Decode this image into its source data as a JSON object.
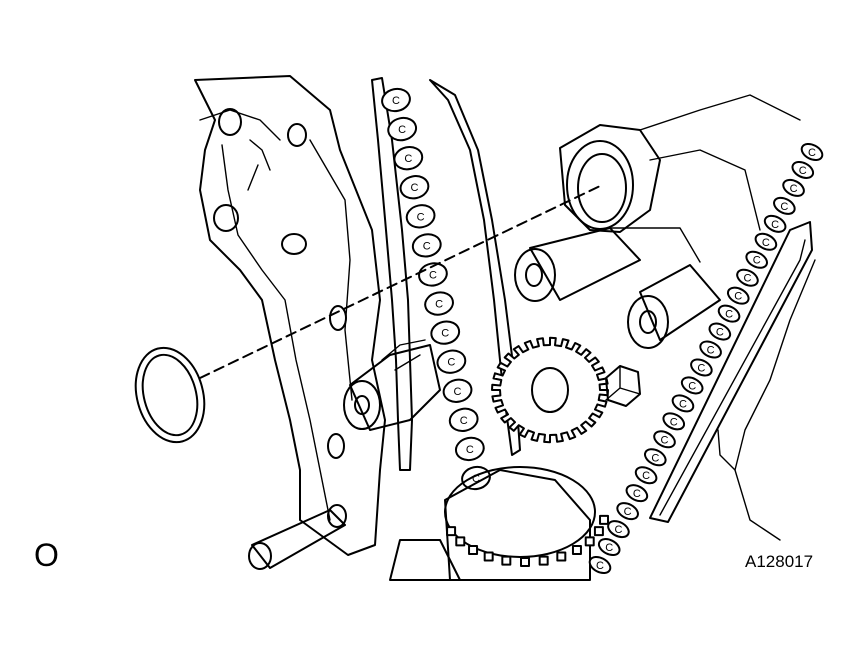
{
  "figure": {
    "id_label": "A128017",
    "symbol_label": "O"
  },
  "parts": {
    "chain_link_letter": "C",
    "chain_links_left_count": 14,
    "chain_links_right_count": 24
  },
  "colors": {
    "ink": "#000000",
    "paper": "#ffffff"
  }
}
